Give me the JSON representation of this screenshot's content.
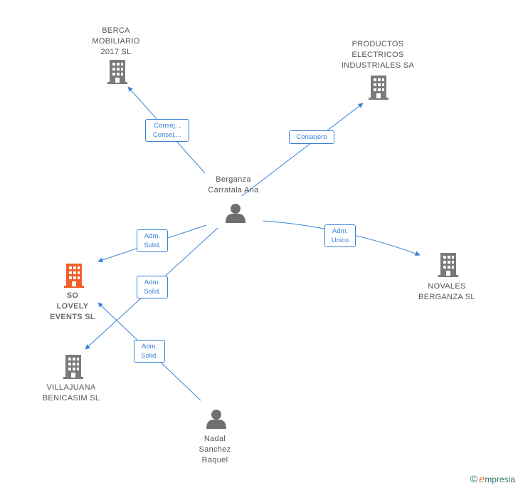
{
  "colors": {
    "edge": "#3b82d6",
    "company_icon": "#7a7a7a",
    "highlight_icon": "#f0602a",
    "person_icon": "#6f6f6f"
  },
  "nodes": {
    "berca": "BERCA\nMOBILIARIO\n2017  SL",
    "productos": "PRODUCTOS\nELECTRICOS\nINDUSTRIALES SA",
    "berganza": "Berganza\nCarratala Ana",
    "novales": "NOVALES\nBERGANZA SL",
    "solovely": "SO\nLOVELY\nEVENTS  SL",
    "villajuana": "VILLAJUANA\nBENICASIM  SL",
    "nadal": "Nadal\nSanchez\nRaquel"
  },
  "edges": {
    "e1": "Consej. ,\nConsej....",
    "e2": "Consejero",
    "e3": "Adm.\nSolid.",
    "e4": "Adm.\nSolid.",
    "e5": "Adm.\nUnico",
    "e6": "Adm.\nSolid."
  },
  "brand": {
    "copyright": "©",
    "name_first": "e",
    "name_rest": "mpresia"
  }
}
